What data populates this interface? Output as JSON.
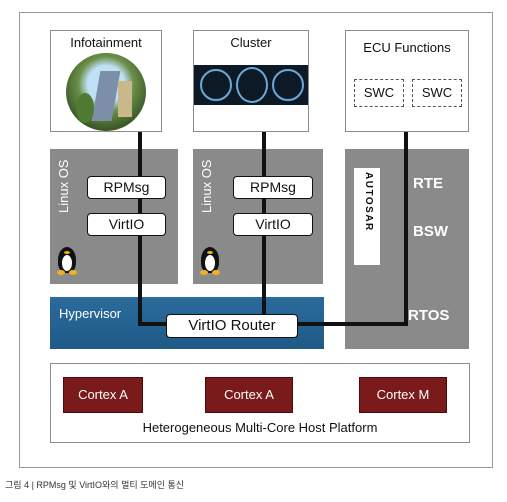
{
  "infotainment": {
    "title": "Infotainment",
    "os_label": "Linux OS",
    "rpmsg": "RPMsg",
    "virtio": "VirtIO"
  },
  "cluster": {
    "title": "Cluster",
    "os_label": "Linux OS",
    "rpmsg": "RPMsg",
    "virtio": "VirtIO"
  },
  "ecu": {
    "title": "ECU Functions",
    "swc1": "SWC",
    "swc2": "SWC"
  },
  "autosar": {
    "logo_text": "AUTOSAR",
    "rte": "RTE",
    "bsw": "BSW",
    "rtos": "RTOS"
  },
  "hypervisor": {
    "label": "Hypervisor",
    "router": "VirtIO Router"
  },
  "platform": {
    "cores": [
      "Cortex A",
      "Cortex A",
      "Cortex M"
    ],
    "label": "Heterogeneous Multi-Core Host Platform"
  },
  "caption": "그림 4 | RPMsg 및 VirtIO와의 멀티 도메인 통신",
  "colors": {
    "os_gray": "#8a8a8a",
    "hypervisor_blue": "#1f5a87",
    "core_red": "#7a1a1a"
  }
}
